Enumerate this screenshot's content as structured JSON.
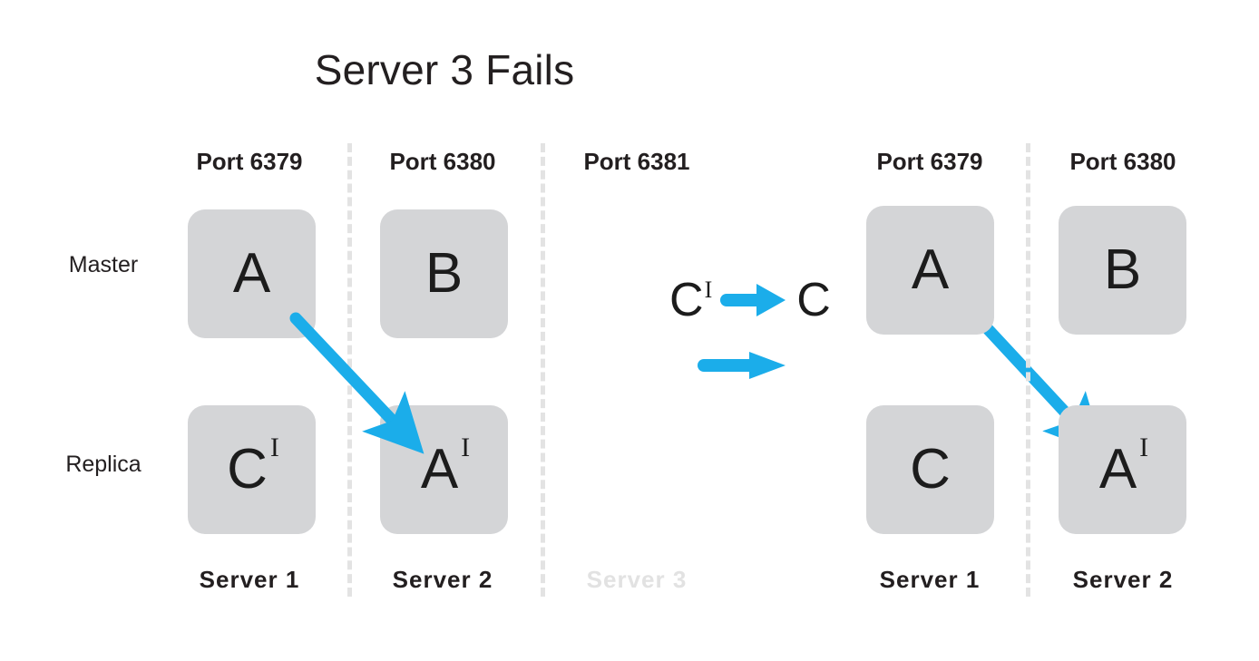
{
  "title": "Server 3 Fails",
  "colors": {
    "arrow_blue": "#1badea",
    "node_gray": "#d4d5d7",
    "text_dark": "#231f20",
    "faded_gray": "#e2e2e2",
    "divider_gray": "#e3e3e3",
    "background": "#ffffff"
  },
  "row_labels": {
    "master": "Master",
    "replica": "Replica"
  },
  "left_group": {
    "ports": [
      "Port 6379",
      "Port 6380",
      "Port 6381"
    ],
    "servers": [
      "Server 1",
      "Server 2",
      "Server 3"
    ],
    "server_states": [
      "active",
      "active",
      "failed"
    ],
    "nodes": [
      {
        "role": "master",
        "server": "Server 1",
        "label": "A",
        "prime": ""
      },
      {
        "role": "master",
        "server": "Server 2",
        "label": "B",
        "prime": ""
      },
      {
        "role": "replica",
        "server": "Server 1",
        "label": "C",
        "prime": "I"
      },
      {
        "role": "replica",
        "server": "Server 2",
        "label": "A",
        "prime": "I"
      }
    ]
  },
  "right_group": {
    "ports": [
      "Port 6379",
      "Port 6380"
    ],
    "servers": [
      "Server 1",
      "Server 2"
    ],
    "server_states": [
      "active",
      "active"
    ],
    "nodes": [
      {
        "role": "master",
        "server": "Server 1",
        "label": "A",
        "prime": ""
      },
      {
        "role": "master",
        "server": "Server 2",
        "label": "B",
        "prime": ""
      },
      {
        "role": "replica",
        "server": "Server 1",
        "label": "C",
        "prime": ""
      },
      {
        "role": "replica",
        "server": "Server 2",
        "label": "A",
        "prime": "I"
      }
    ]
  },
  "center": {
    "from_label": "C",
    "from_prime": "I",
    "to_label": "C",
    "transition_arrow": "arrow-right",
    "flow_arrow": "arrow-right"
  }
}
